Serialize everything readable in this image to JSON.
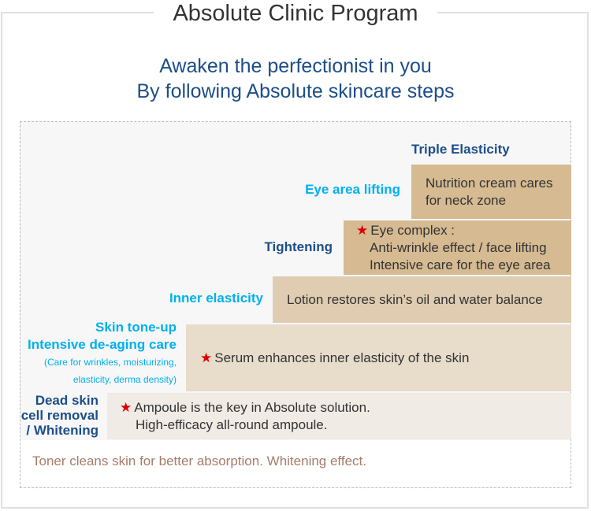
{
  "title": "Absolute Clinic Program",
  "subtitle": [
    "Awaken the perfectionist in you",
    "By following Absolute skincare steps"
  ],
  "steps": [
    {
      "label": "Triple Elasticity",
      "text": [
        "Nutrition cream cares",
        "for neck zone"
      ],
      "color": "#d5ba92"
    },
    {
      "label": "Eye area lifting",
      "color": "#00b0f0"
    },
    {
      "label": "Tightening",
      "text": [
        "Eye complex :",
        "Anti-wrinkle effect / face lifting",
        "Intensive care for the eye area"
      ],
      "color": "#d5ba92"
    },
    {
      "label": "Inner elasticity",
      "text": [
        "Lotion restores skin’s oil and water balance"
      ],
      "color": "#dfccb1"
    },
    {
      "label": [
        "Skin tone-up",
        "Intensive de-aging care",
        "(Care for wrinkles, moisturizing,",
        "elasticity, derma density)"
      ],
      "text": [
        "Serum enhances inner elasticity of the skin"
      ],
      "color": "#e8dccb"
    },
    {
      "label": [
        "Dead skin",
        "cell removal",
        "/ Whitening"
      ],
      "text": [
        "Ampoule is the key in Absolute solution.",
        "High-efficacy all-round ampoule."
      ],
      "color": "#f0ebe4"
    }
  ],
  "star": "★",
  "toner": "Toner cleans skin for better absorption. Whitening effect."
}
